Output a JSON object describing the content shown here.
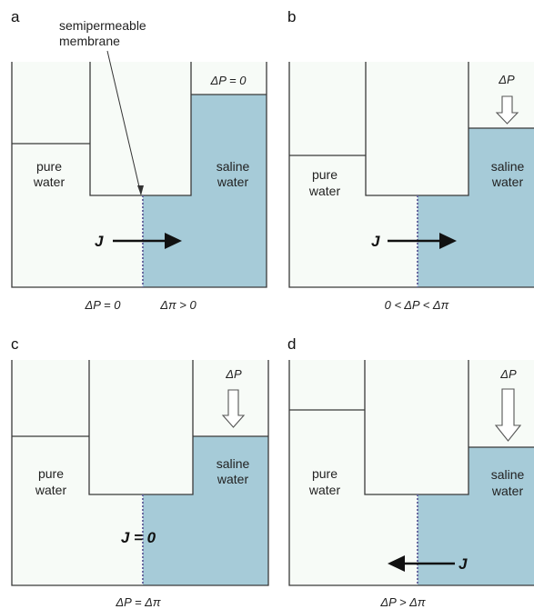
{
  "colors": {
    "saline": "#a6cbd8",
    "background": "#f7fbf7",
    "wall": "#3a3a3a",
    "membrane": "#6a6aa0",
    "arrow": "#111111"
  },
  "callout": {
    "line1": "semipermeable",
    "line2": "membrane"
  },
  "panels": [
    {
      "id": "a",
      "label": "a",
      "pure_label": [
        "pure",
        "water"
      ],
      "saline_label": [
        "saline",
        "water"
      ],
      "pressure_label": "ΔP = 0",
      "flux_label": "J",
      "caption": "ΔP = 0",
      "caption2": "Δπ > 0"
    },
    {
      "id": "b",
      "label": "b",
      "pure_label": [
        "pure",
        "water"
      ],
      "saline_label": [
        "saline",
        "water"
      ],
      "pressure_label": "ΔP",
      "flux_label": "J",
      "caption": "0 < ΔP < Δπ"
    },
    {
      "id": "c",
      "label": "c",
      "pure_label": [
        "pure",
        "water"
      ],
      "saline_label": [
        "saline",
        "water"
      ],
      "pressure_label": "ΔP",
      "flux_label": "J = 0",
      "caption": "ΔP = Δπ"
    },
    {
      "id": "d",
      "label": "d",
      "pure_label": [
        "pure",
        "water"
      ],
      "saline_label": [
        "saline",
        "water"
      ],
      "pressure_label": "ΔP",
      "flux_label": "J",
      "caption": "ΔP > Δπ"
    }
  ]
}
